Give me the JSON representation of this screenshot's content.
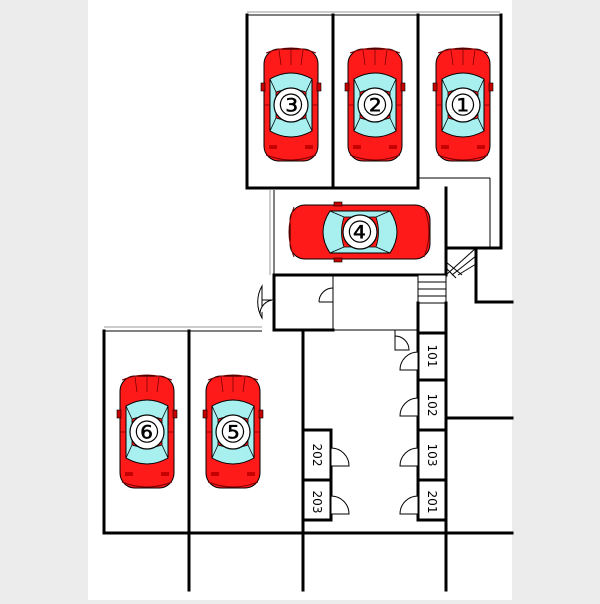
{
  "colors": {
    "background": "#ececec",
    "paper": "#ffffff",
    "car_body": "#ff1a1a",
    "car_dark": "#c40000",
    "car_glass": "#a8f0f0",
    "line": "#000000"
  },
  "cars": [
    {
      "label": "①",
      "orientation": "vertical"
    },
    {
      "label": "②",
      "orientation": "vertical"
    },
    {
      "label": "③",
      "orientation": "vertical"
    },
    {
      "label": "④",
      "orientation": "horizontal"
    },
    {
      "label": "⑤",
      "orientation": "vertical"
    },
    {
      "label": "⑥",
      "orientation": "vertical"
    }
  ],
  "units": [
    {
      "label": "101"
    },
    {
      "label": "102"
    },
    {
      "label": "103"
    },
    {
      "label": "201"
    },
    {
      "label": "202"
    },
    {
      "label": "203"
    }
  ]
}
